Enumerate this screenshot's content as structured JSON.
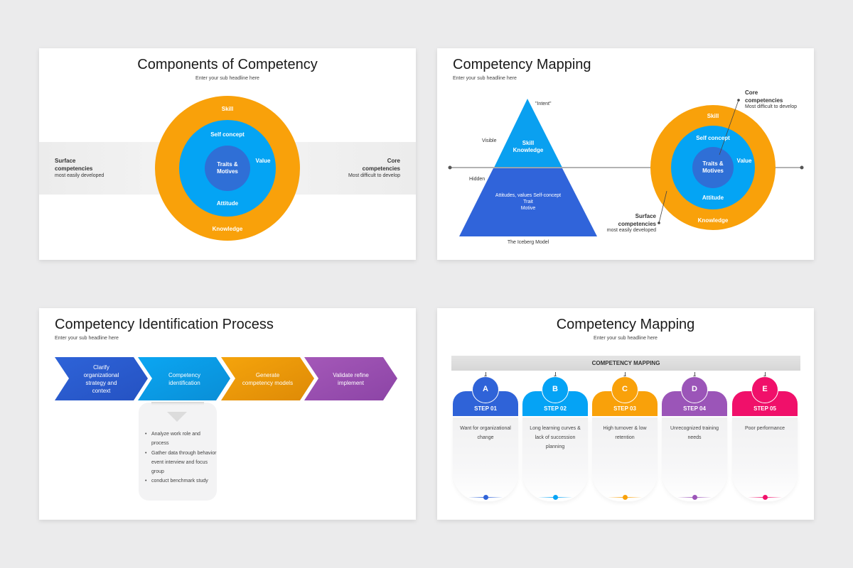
{
  "slides": {
    "components": {
      "title": "Components of Competency",
      "subtitle": "Enter your sub headline here",
      "left_label": {
        "title_line1": "Surface",
        "title_line2": "competencies",
        "desc": "most easily developed"
      },
      "right_label": {
        "title_line1": "Core",
        "title_line2": "competencies",
        "desc": "Most difficult to develop"
      },
      "rings": {
        "outer": {
          "top": "Skill",
          "bottom": "Knowledge",
          "color": "#F9A10A"
        },
        "middle": {
          "top": "Self concept",
          "right": "Value",
          "bottom": "Attitude",
          "color": "#04A4F4"
        },
        "inner": {
          "line1": "Traits &",
          "line2": "Motives",
          "color": "#2F6FD6"
        }
      }
    },
    "mapping_iceberg": {
      "title": "Competency Mapping",
      "subtitle": "Enter your sub headline here",
      "pyramid": {
        "intent_label": "\"Intent\"",
        "visible_label": "Visible",
        "hidden_label": "Hidden",
        "top_line1": "Skill",
        "top_line2": "Knowledge",
        "bottom_line1": "Attitudes, values Self-concept",
        "bottom_line2": "Trait",
        "bottom_line3": "Motive",
        "caption": "The Iceberg Model",
        "top_color": "#0AA0F0",
        "bottom_color": "#3064DA"
      },
      "circle": {
        "outer_top": "Skill",
        "outer_bottom": "Knowledge",
        "middle_top": "Self concept",
        "middle_right": "Value",
        "middle_bottom": "Attitude",
        "inner_line1": "Traits &",
        "inner_line2": "Motives"
      },
      "core_label": {
        "line1": "Core",
        "line2": "competencies",
        "desc": "Most difficult to develop"
      },
      "surface_label": {
        "line1": "Surface",
        "line2": "competencies",
        "desc": "most easily developed"
      }
    },
    "identification": {
      "title": "Competency Identification Process",
      "subtitle": "Enter your sub headline here",
      "steps": [
        {
          "label": "Clarify organizational strategy and context",
          "lines": [
            "Clarify",
            "organizational",
            "strategy and",
            "context"
          ],
          "color": "#2C5FD4"
        },
        {
          "label": "Competency identification",
          "lines": [
            "Competency",
            "identification"
          ],
          "color": "#0A9EEA"
        },
        {
          "label": "Generate competency models",
          "lines": [
            "Generate",
            "competency models"
          ],
          "color": "#EE9A08"
        },
        {
          "label": "Validate refine implement",
          "lines": [
            "Validate refine",
            "implement"
          ],
          "color": "#9B4FB2"
        }
      ],
      "detail_bullets": [
        "Analyze work role and process",
        "Gather data through behavior event interview and focus group",
        "conduct benchmark study"
      ]
    },
    "mapping_steps": {
      "title": "Competency Mapping",
      "subtitle": "Enter your sub headline here",
      "bar_label": "COMPETENCY MAPPING",
      "cards": [
        {
          "letter": "A",
          "step": "STEP 01",
          "text": "Want for organizational change",
          "color": "#2F63D8"
        },
        {
          "letter": "B",
          "step": "STEP 02",
          "text": "Long learning curves & lack of succession planning",
          "color": "#05A3F5"
        },
        {
          "letter": "C",
          "step": "STEP 03",
          "text": "High turnover & low retention",
          "color": "#F9A10A"
        },
        {
          "letter": "D",
          "step": "STEP 04",
          "text": "Unrecognized training needs",
          "color": "#9B55B8"
        },
        {
          "letter": "E",
          "step": "STEP 05",
          "text": "Poor performance",
          "color": "#F0106A"
        }
      ]
    }
  }
}
